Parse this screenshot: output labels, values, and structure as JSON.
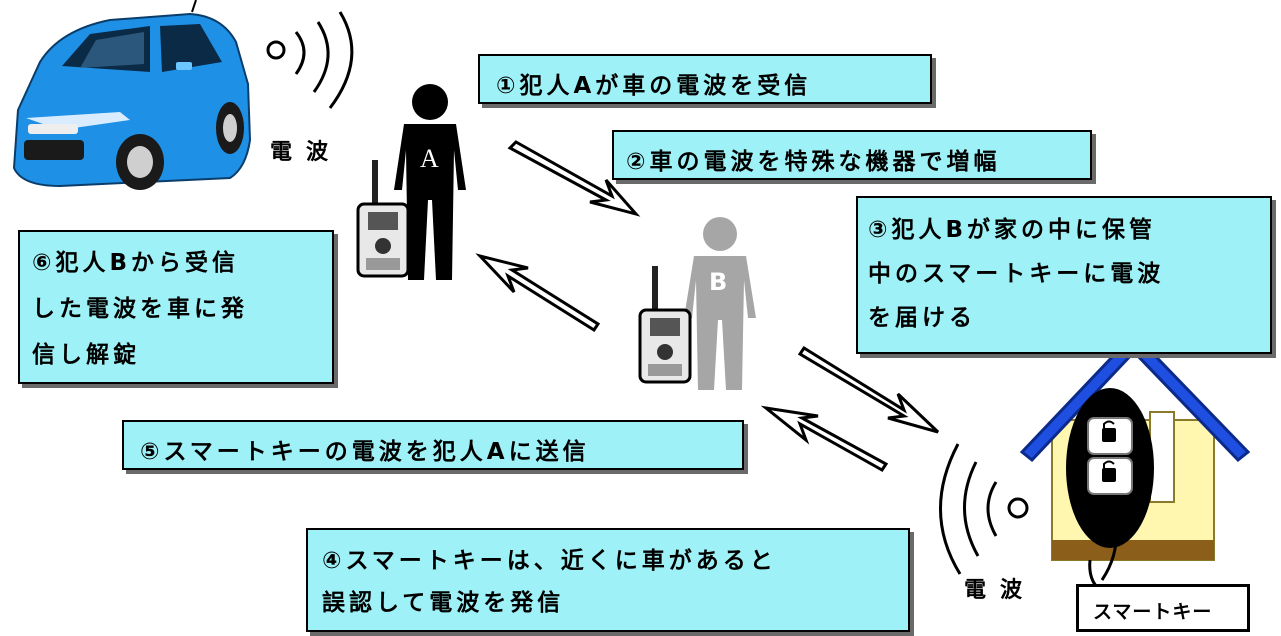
{
  "steps": {
    "step1": "①犯人Aが車の電波を受信",
    "step2": "②車の電波を特殊な機器で増幅",
    "step3": [
      "③犯人Bが家の中に保管",
      "中のスマートキーに電波",
      "を届ける"
    ],
    "step4": [
      "④スマートキーは、近くに車があると",
      "誤認して電波を発信"
    ],
    "step5": "⑤スマートキーの電波を犯人Aに送信",
    "step6": [
      "⑥犯人Bから受信",
      "した電波を車に発",
      "信し解錠"
    ]
  },
  "labels": {
    "wave_car": "電波",
    "wave_key": "電波",
    "person_a": "A",
    "person_b": "B",
    "smart_key": "スマートキー"
  },
  "colors": {
    "box_fill": "#9EF2F7",
    "car_blue": "#1E90E6",
    "roof_blue": "#1F4FE0",
    "house_wall": "#FFF7B0",
    "house_base": "#8B5E1A",
    "person_a": "#000000",
    "person_b": "#A6A6A6"
  },
  "icons": [
    "car-icon",
    "radio-wave-icon",
    "person-a-icon",
    "person-b-icon",
    "walkie-talkie-icon",
    "house-icon",
    "smart-key-icon",
    "lock-icon",
    "arrow-icon"
  ]
}
